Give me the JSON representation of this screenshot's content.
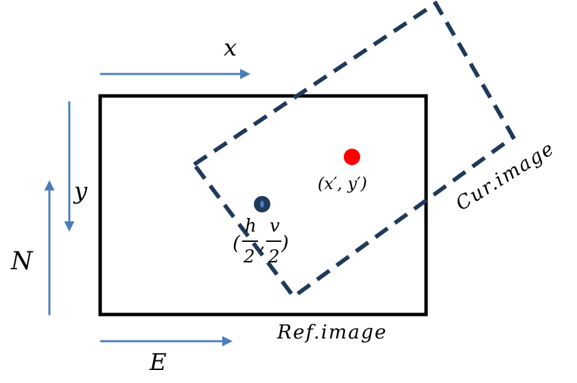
{
  "diagram": {
    "labels": {
      "x": "x",
      "y": "y",
      "N": "N",
      "E": "E",
      "ref_image": "Ref.image",
      "cur_image": "Cur.image",
      "current_point": "(x′, y′)",
      "center_open": "(",
      "center_h": "h",
      "center_two_a": "2",
      "center_comma": ",",
      "center_v": "v",
      "center_two_b": "2",
      "center_close": ")"
    },
    "colors": {
      "arrow": "#4a7ebb",
      "ref_frame": "#000000",
      "cur_frame": "#1f3a5a",
      "current_point": "#ff0000",
      "center_marker": "#1f3a5a",
      "center_marker_dot": "#4a7ebb",
      "text": "#000000"
    }
  }
}
